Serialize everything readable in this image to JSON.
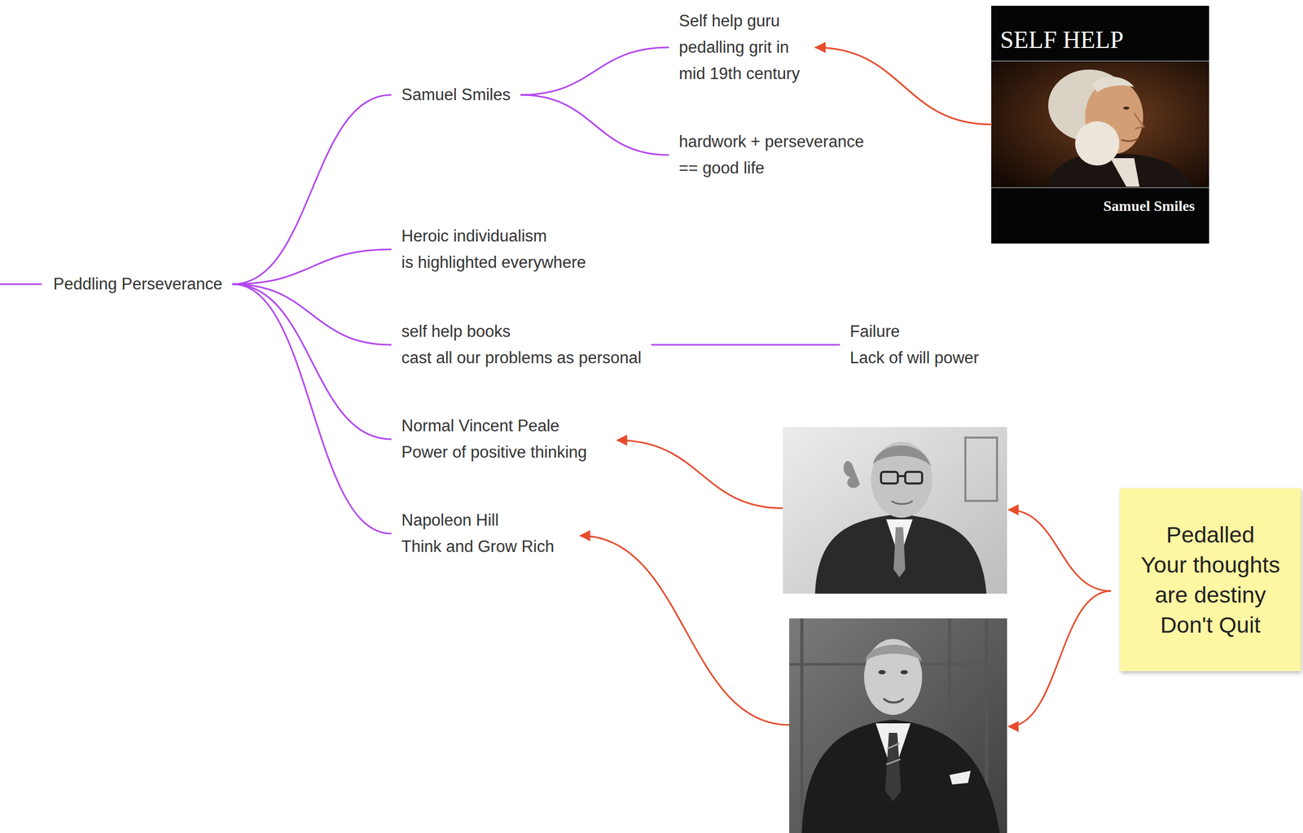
{
  "diagram": {
    "nodes": [
      {
        "text": [
          "Peddling Perseverance"
        ]
      },
      {
        "text": [
          "Samuel Smiles"
        ]
      },
      {
        "text": [
          "Self help guru pedalling grit in mid 19th century"
        ]
      },
      {
        "text": [
          "hardwork + perseverance == good life"
        ]
      },
      {
        "text": [
          "SELF HELP",
          "Samuel Smiles"
        ]
      },
      {
        "text": [
          "Heroic individualism is highlighted everywhere"
        ]
      },
      {
        "text": [
          "self help books cast all our problems as personal"
        ]
      },
      {
        "text": [
          "Failure Lack of will power"
        ]
      },
      {
        "text": [
          "Normal Vincent Peale Power of positive thinking"
        ]
      },
      {
        "text": [
          "Napoleon Hill Think and Grow Rich"
        ]
      },
      {
        "text": [
          "Pedalled Your thoughts are destiny Don't Quit"
        ]
      }
    ],
    "edges": [
      {
        "from": 0,
        "to": 1,
        "arrow": "none"
      },
      {
        "from": 1,
        "to": 2,
        "arrow": "none"
      },
      {
        "from": 1,
        "to": 3,
        "arrow": "none"
      },
      {
        "from": 4,
        "to": 2,
        "arrow": "to"
      },
      {
        "from": 0,
        "to": 5,
        "arrow": "none"
      },
      {
        "from": 0,
        "to": 6,
        "arrow": "none"
      },
      {
        "from": 6,
        "to": 7,
        "arrow": "none"
      },
      {
        "from": 0,
        "to": 8,
        "arrow": "none"
      },
      {
        "from": 0,
        "to": 9,
        "arrow": "none"
      }
    ]
  }
}
